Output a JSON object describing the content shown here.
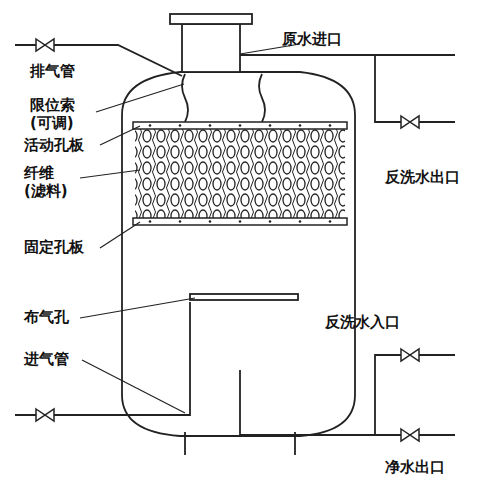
{
  "diagram": {
    "labels": [
      "原水进口",
      "排气管",
      "限位索 (可调)",
      "活动孔板",
      "反洗水出口",
      "纤维 (滤料)",
      "固定孔板",
      "布气孔",
      "反洗水入口",
      "进气管",
      "净水出口"
    ]
  }
}
